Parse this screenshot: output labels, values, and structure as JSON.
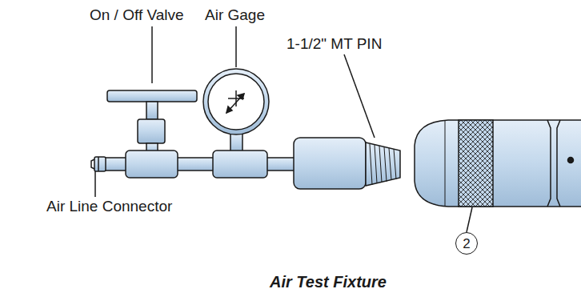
{
  "diagram": {
    "caption": "Air Test Fixture",
    "nodes": [
      {
        "text": [
          "2"
        ]
      }
    ],
    "labels": [
      "On / Off Valve",
      "Air Gage",
      "1-1/2\" MT PIN",
      "Air Line Connector"
    ]
  }
}
